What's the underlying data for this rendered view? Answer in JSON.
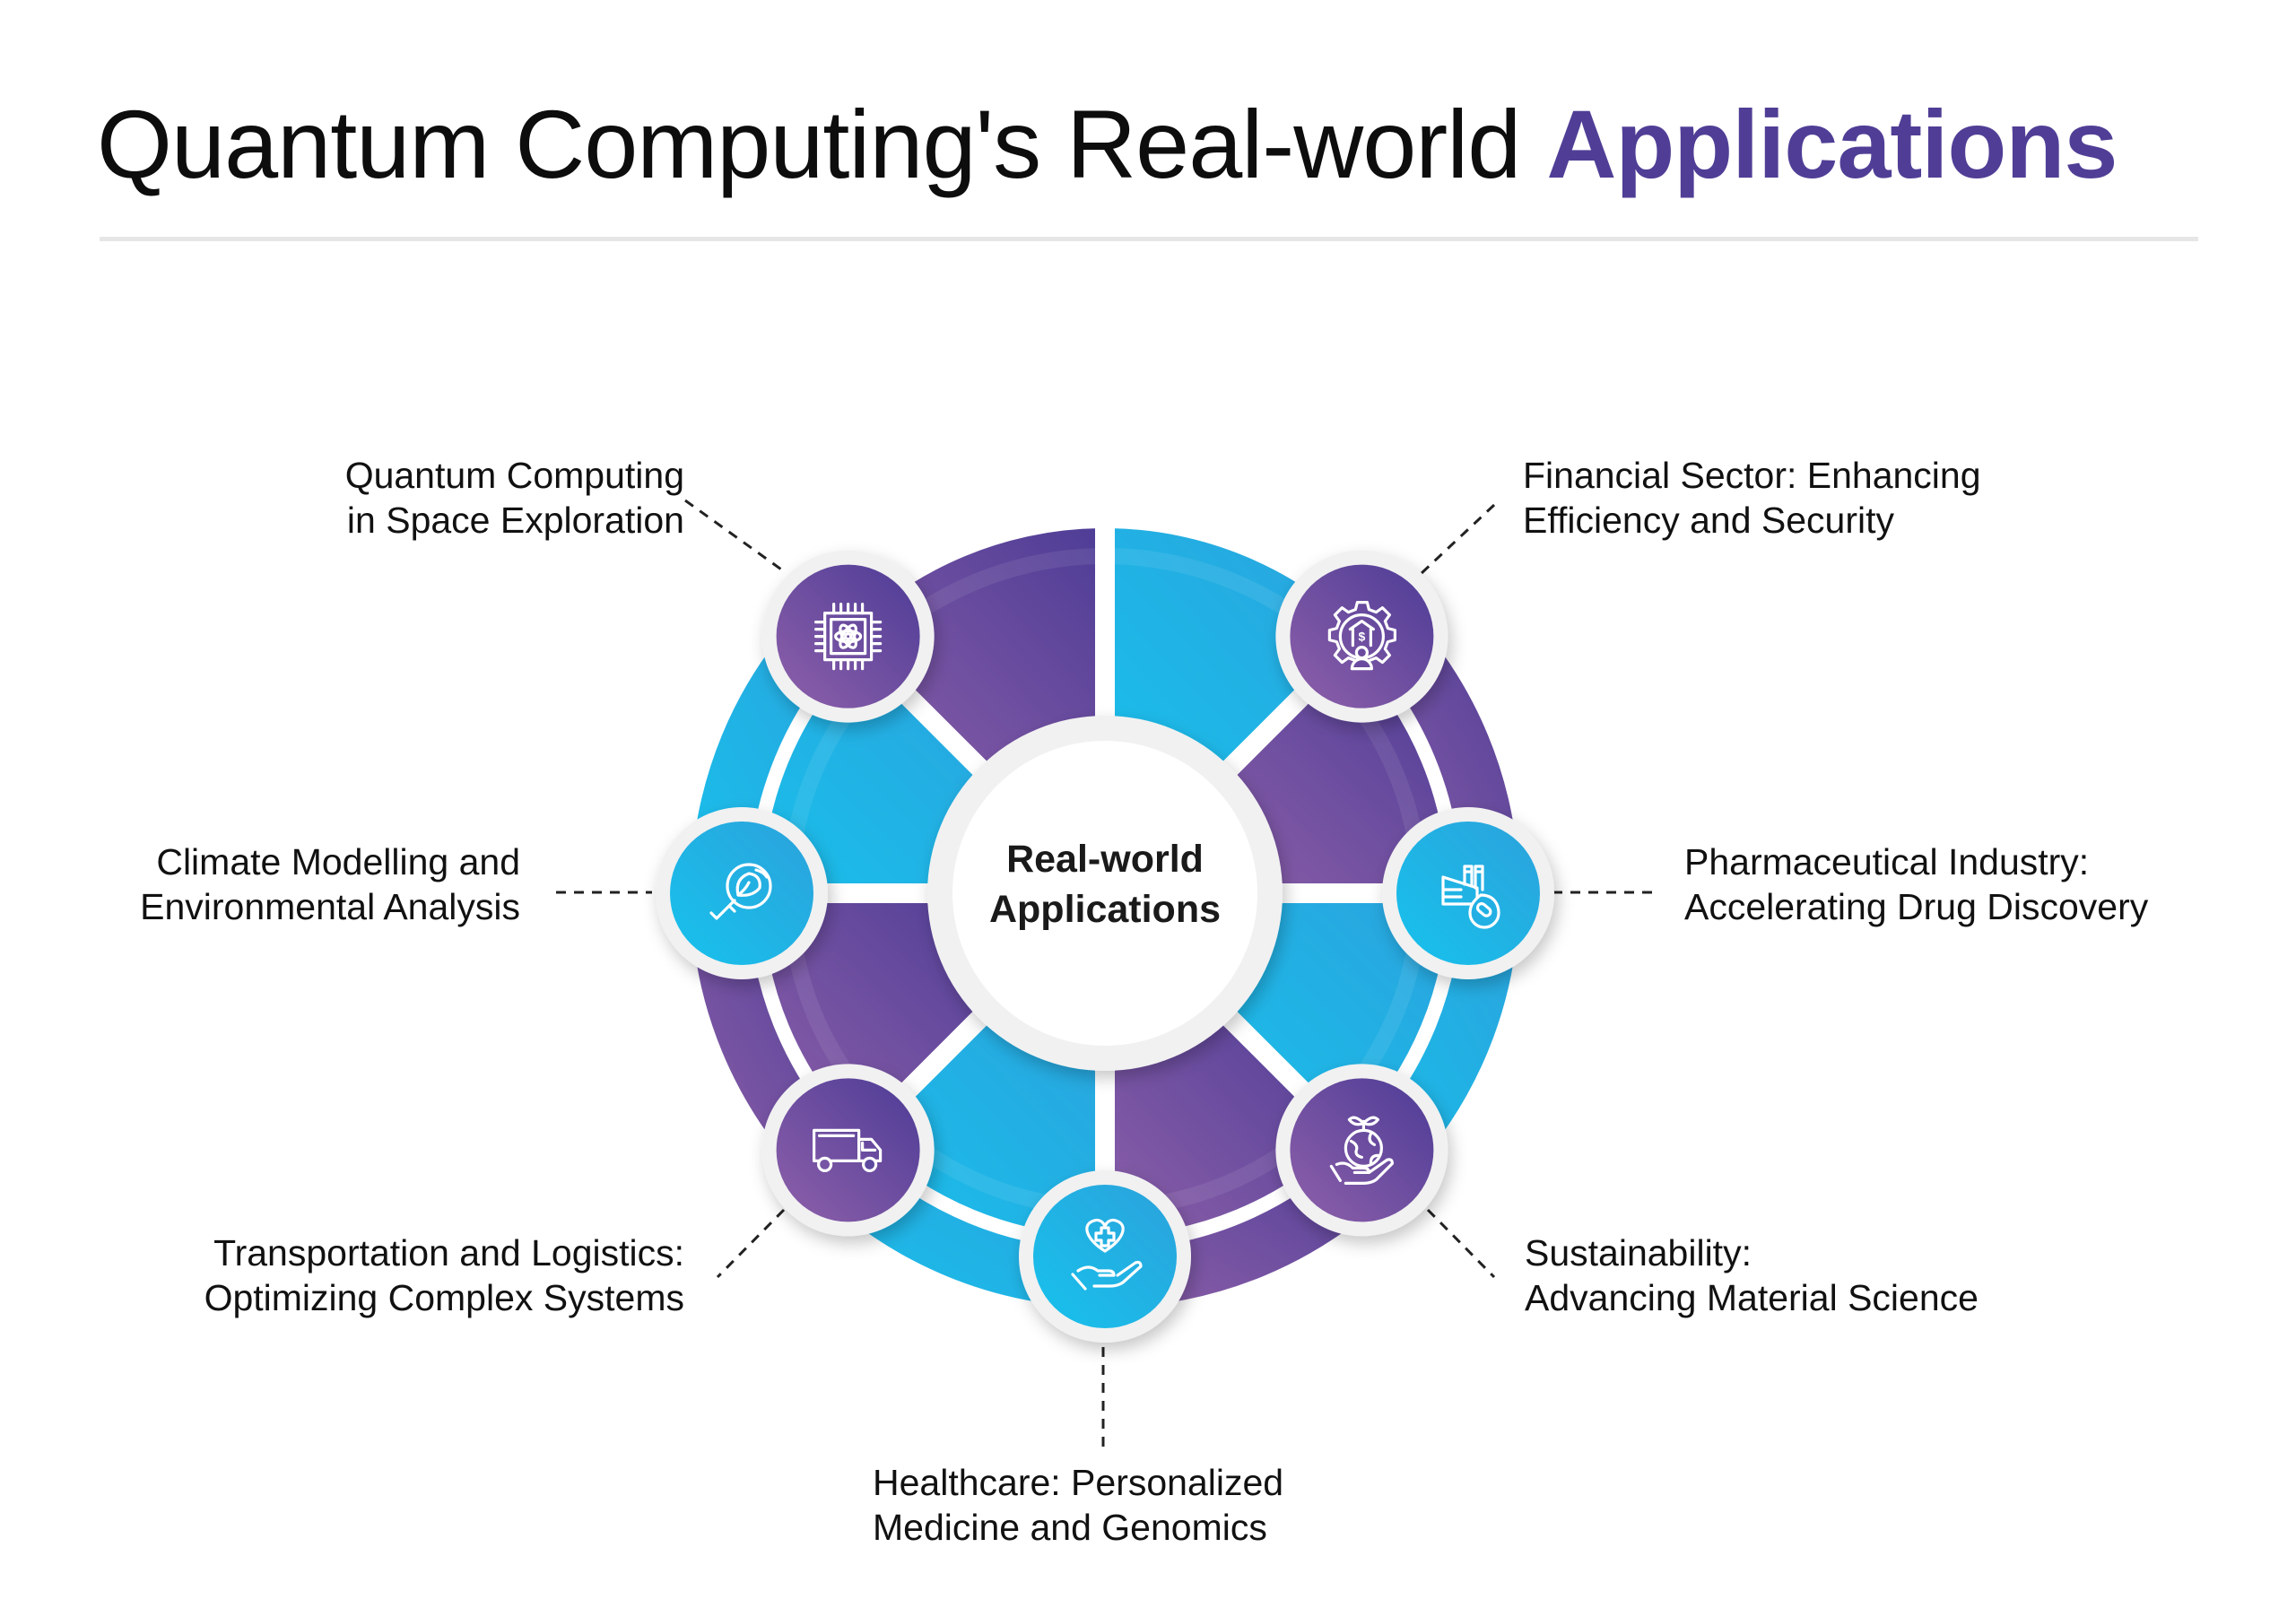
{
  "title": {
    "main": "Quantum Computing's Real-world ",
    "accent": "Applications",
    "accent_color": "#503E96"
  },
  "center": {
    "line1": "Real-world",
    "line2": "Applications"
  },
  "colors": {
    "purple_light": "#8C5FA9",
    "purple_dark": "#4E3D96",
    "blue_light": "#19BFEB",
    "blue_dark": "#2AA3DD",
    "ring_white": "#F1F1F1",
    "divider": "#E6E6E6"
  },
  "applications": [
    {
      "id": "space",
      "icon": "quantum-chip-icon",
      "color": "purple",
      "line1": "Quantum Computing",
      "line2": "in Space Exploration"
    },
    {
      "id": "finance",
      "icon": "finance-gear-bank-icon",
      "color": "purple",
      "line1": "Financial Sector: Enhancing",
      "line2": "Efficiency and Security"
    },
    {
      "id": "pharma",
      "icon": "factory-pill-icon",
      "color": "blue",
      "line1": "Pharmaceutical Industry:",
      "line2": "Accelerating Drug Discovery"
    },
    {
      "id": "sustainability",
      "icon": "hand-globe-plant-icon",
      "color": "purple",
      "line1": "Sustainability:",
      "line2": "Advancing Material Science"
    },
    {
      "id": "healthcare",
      "icon": "hand-heart-cross-icon",
      "color": "blue",
      "line1": "Healthcare: Personalized",
      "line2": "Medicine and Genomics"
    },
    {
      "id": "transport",
      "icon": "delivery-truck-icon",
      "color": "purple",
      "line1": "Transportation and Logistics:",
      "line2": "Optimizing Complex Systems"
    },
    {
      "id": "climate",
      "icon": "magnifier-leaf-icon",
      "color": "blue",
      "line1": "Climate Modelling and",
      "line2": "Environmental Analysis"
    }
  ]
}
